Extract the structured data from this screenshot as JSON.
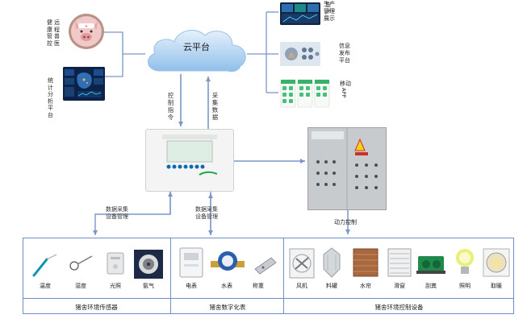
{
  "cloud": {
    "label": "云平台"
  },
  "left_nodes": {
    "health": {
      "lines": [
        "健康",
        "管控",
        "远程",
        "兽医"
      ]
    },
    "analytics": {
      "lines": [
        "统计",
        "分析",
        "平台"
      ]
    }
  },
  "right_nodes": {
    "production": {
      "lines": [
        "生产",
        "管理",
        "展示"
      ]
    },
    "info": {
      "lines": [
        "信息",
        "发布",
        "平台"
      ]
    },
    "app": {
      "lines": [
        "移动",
        "APP"
      ]
    }
  },
  "links": {
    "control": {
      "chars": [
        "控",
        "制",
        "指",
        "令"
      ]
    },
    "collect": {
      "chars": [
        "采",
        "集",
        "数",
        "据"
      ]
    },
    "power": "动力控制",
    "sensor_mgmt": [
      "数据采集",
      "设备管理"
    ],
    "meter_mgmt": [
      "数据采集",
      "设备管理"
    ]
  },
  "sections": {
    "sensors": {
      "title": "猪舍环境传感器",
      "items": [
        "温度",
        "湿度",
        "光照",
        "氨气"
      ]
    },
    "digital": {
      "title": "猪舍数字化表",
      "items": [
        "电表",
        "水表",
        "称重"
      ]
    },
    "control": {
      "title": "猪舍环境控制设备",
      "items": [
        "风机",
        "料罐",
        "水帘",
        "滑窗",
        "刮粪",
        "照明",
        "取暖"
      ]
    }
  },
  "colors": {
    "frame": "#6e8fc9",
    "arrow": "#7a96c8",
    "cloud_top": "#cfe3f7",
    "cloud_bottom": "#9ec7ec",
    "controller_green": "#1ea54a"
  }
}
